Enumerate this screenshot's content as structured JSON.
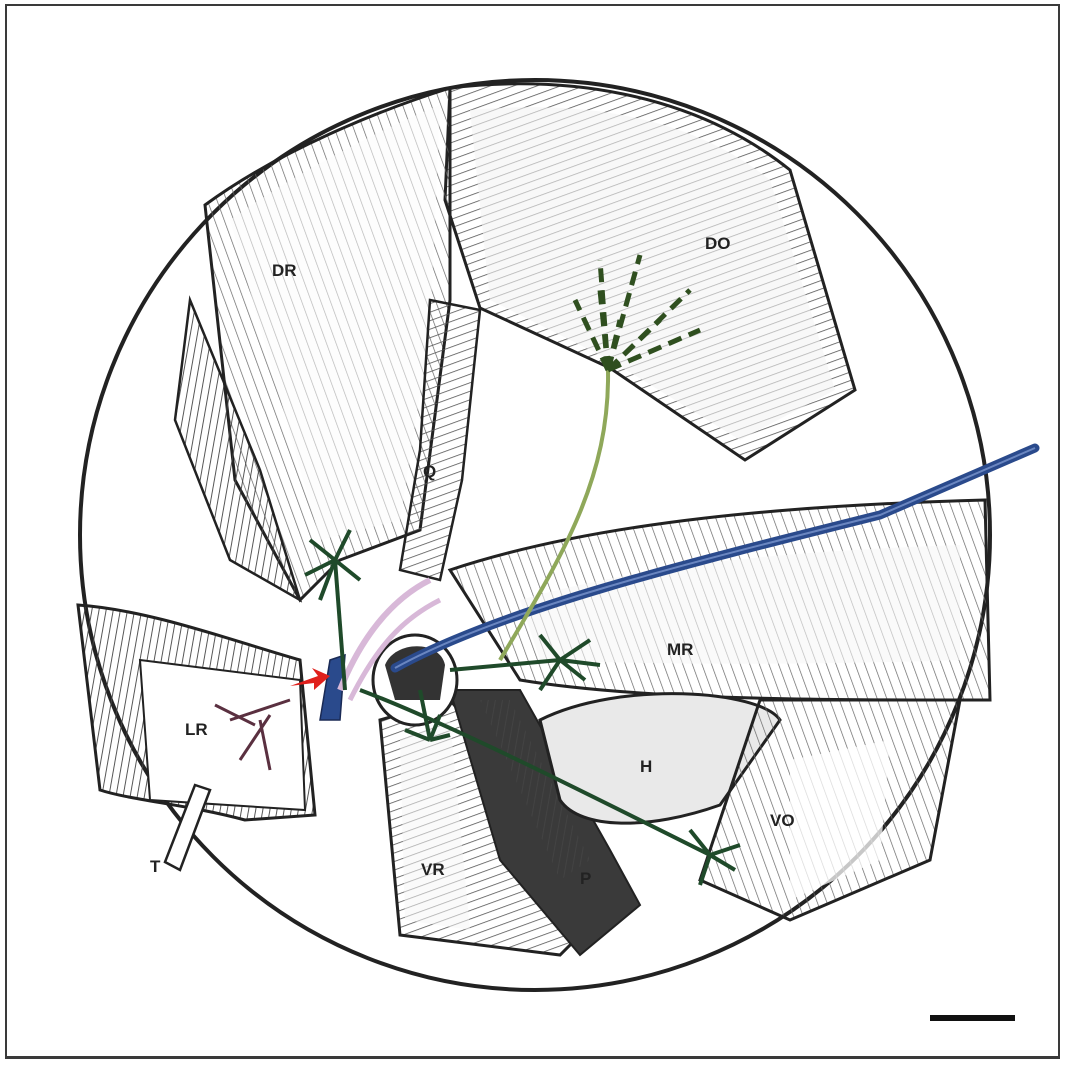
{
  "labels": {
    "dr": "DR",
    "do": "DO",
    "q": "Q",
    "mr": "MR",
    "lr": "LR",
    "h": "H",
    "vo": "VO",
    "t": "T",
    "vr": "VR",
    "p": "P"
  },
  "colors": {
    "ink": "#222222",
    "nerve_dark_green": "#1f4a2a",
    "nerve_light_green": "#8fa85a",
    "vessel_blue": "#2a4a8c",
    "nerve_pink": "#d8b8d8",
    "arrow_red": "#e0201c",
    "branch_purple": "#5a3040"
  }
}
